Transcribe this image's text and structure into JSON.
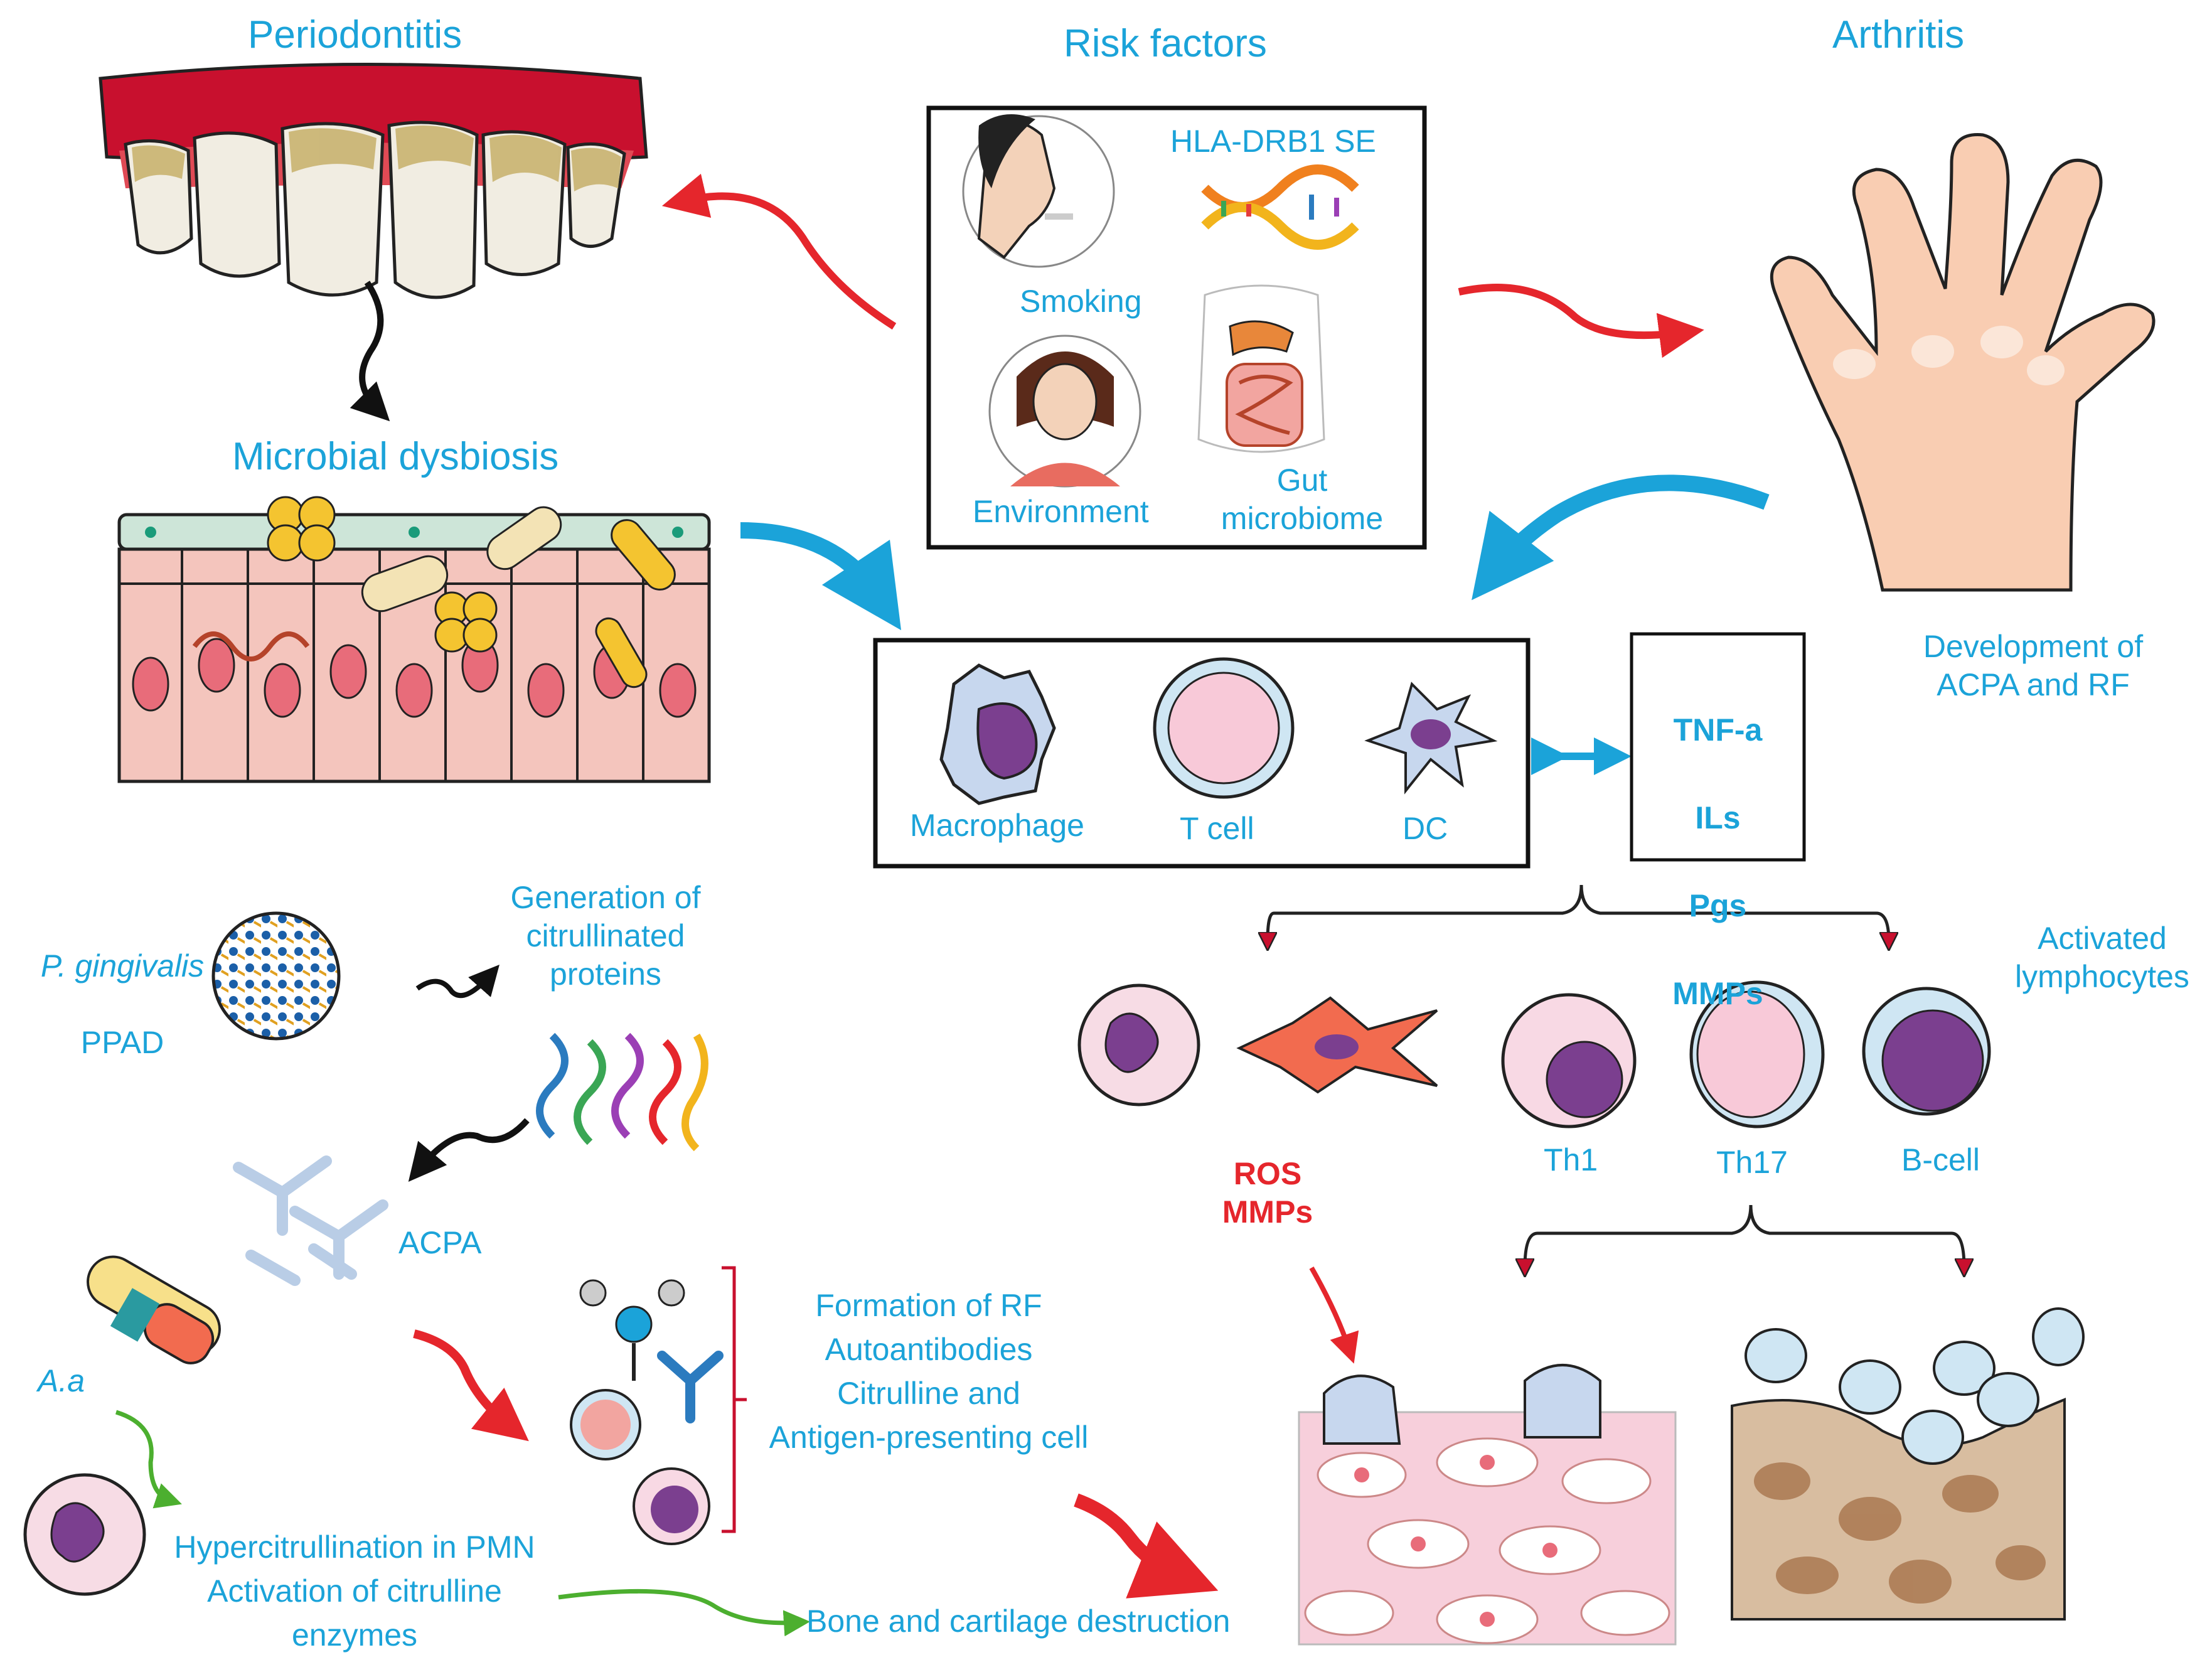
{
  "titles": {
    "periodontitis": "Periodontitis",
    "risk_factors": "Risk factors",
    "arthritis": "Arthritis",
    "microbial_dysbiosis": "Microbial dysbiosis"
  },
  "risk_box": {
    "hla": "HLA-DRB1 SE",
    "smoking": "Smoking",
    "environment": "Environment",
    "gut": "Gut\nmicrobiome"
  },
  "development": "Development of\nACPA and RF",
  "immune_cells": {
    "macrophage": "Macrophage",
    "t_cell": "T cell",
    "dc": "DC"
  },
  "cytokines": [
    "TNF-a",
    "ILs",
    "Pgs",
    "MMPs"
  ],
  "activated_lymphocytes": "Activated\nlymphocytes",
  "lymphocytes": {
    "th1": "Th1",
    "th17": "Th17",
    "b_cell": "B-cell"
  },
  "ros_mmps": "ROS\nMMPs",
  "pg": {
    "name": "P. gingivalis",
    "enzyme": "PPAD"
  },
  "citrullinated": "Generation of\ncitrullinated\nproteins",
  "acpa": "ACPA",
  "aa": "A.a",
  "rf_formation": "Formation of RF\nAutoantibodies\nCitrulline and\nAntigen-presenting cell",
  "pmn": "Hypercitrullination in PMN\nActivation of citrulline\nenzymes",
  "bone": "Bone and cartilage destruction",
  "colors": {
    "label_blue": "#1ba3d9",
    "arrow_red": "#e5262c",
    "arrow_green": "#4caf2f",
    "arrow_blue": "#1ba3d9",
    "gum_red": "#c8102e"
  },
  "icons": [
    "teeth-icon",
    "cigarette-icon",
    "dna-icon",
    "anxious-person-icon",
    "gut-icon",
    "hand-icon",
    "epithelium-icon",
    "macrophage-icon",
    "t-cell-icon",
    "dendritic-cell-icon",
    "neutrophil-icon",
    "fibroblast-icon",
    "th1-icon",
    "th17-icon",
    "b-cell-icon",
    "biofilm-icon",
    "protein-icon",
    "antibody-icon",
    "bacterium-icon",
    "osteoclast-icon",
    "cartilage-icon",
    "bone-icon"
  ]
}
